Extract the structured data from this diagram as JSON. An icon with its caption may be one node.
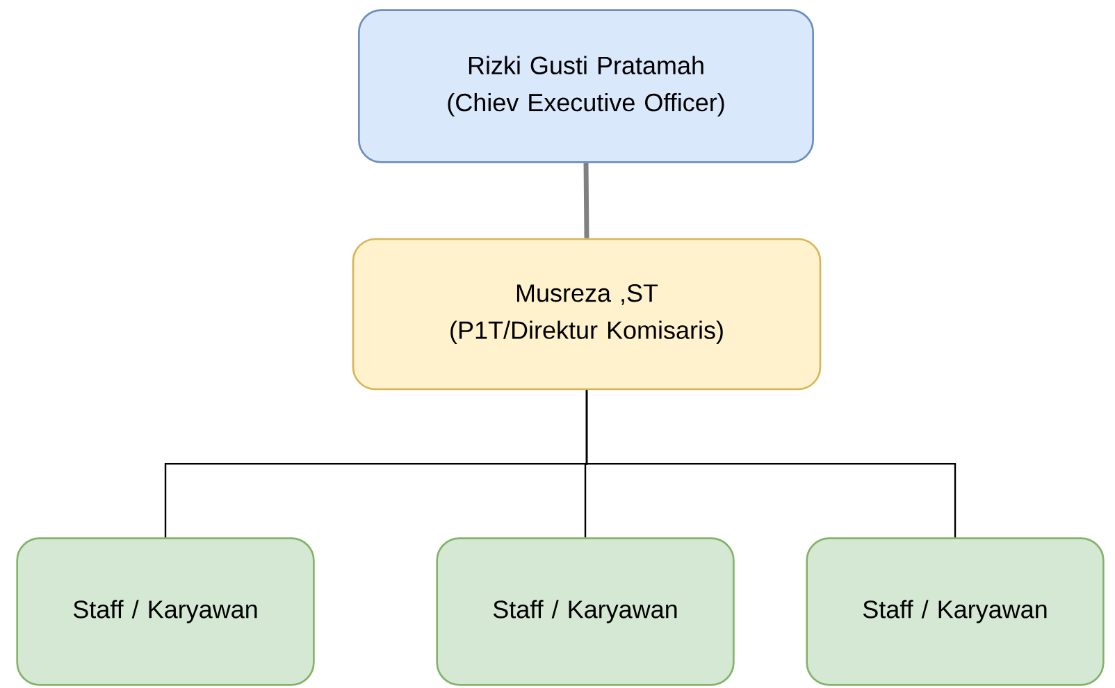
{
  "diagram": {
    "nodes": [
      {
        "text": [
          "Rizki Gusti Pratamah (Chiev Executive Officer)"
        ]
      },
      {
        "text": [
          "Musreza ,ST (P1T/Direktur Komisaris)"
        ]
      },
      {
        "text": [
          "Staff / Karyawan"
        ]
      },
      {
        "text": [
          "Staff / Karyawan"
        ]
      },
      {
        "text": [
          "Staff / Karyawan"
        ]
      }
    ],
    "edges": [
      {
        "from": 0,
        "to": 1,
        "arrow": "none",
        "color": "#808080",
        "style": "thick"
      },
      {
        "from": 1,
        "to": 2,
        "arrow": "none"
      },
      {
        "from": 1,
        "to": 3,
        "arrow": "none"
      },
      {
        "from": 1,
        "to": 4,
        "arrow": "none"
      }
    ]
  }
}
